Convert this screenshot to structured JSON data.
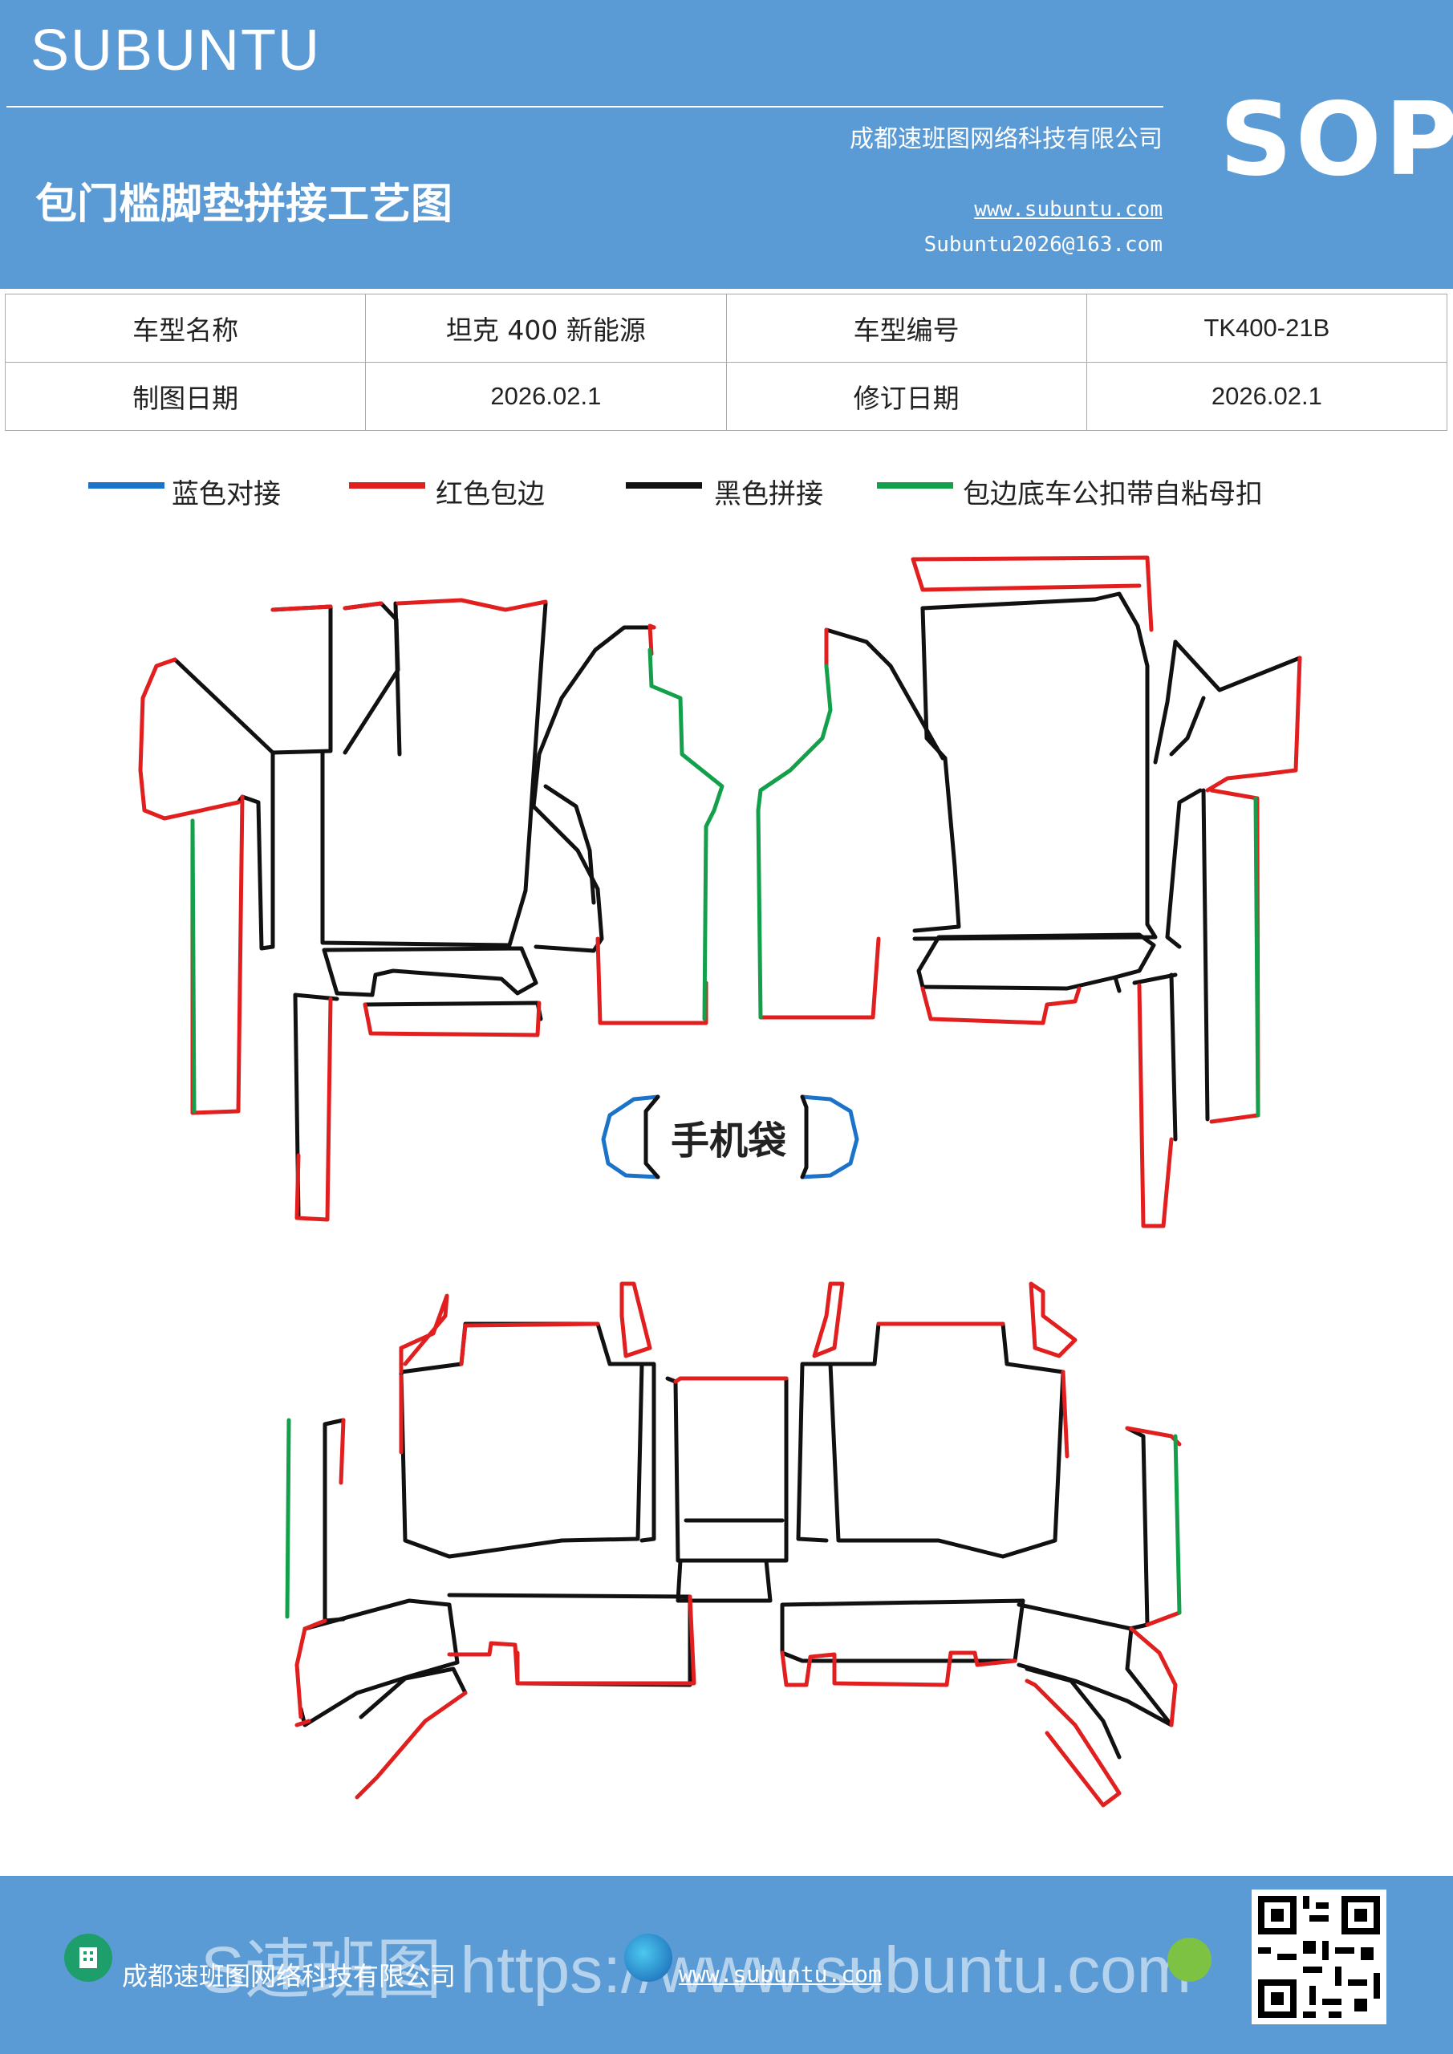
{
  "header": {
    "brand": "SUBUNTU",
    "title": "包门槛脚垫拼接工艺图",
    "company": "成都速班图网络科技有限公司",
    "website": "www.subuntu.com",
    "email": "Subuntu2026@163.com",
    "badge": "SOP",
    "color": "#5b9bd5"
  },
  "info_table": [
    [
      "车型名称",
      "坦克 400 新能源",
      "车型编号",
      "TK400-21B"
    ],
    [
      "制图日期",
      "2026.02.1",
      "修订日期",
      "2026.02.1"
    ]
  ],
  "legend": [
    {
      "label": "蓝色对接",
      "color": "#1a73c9"
    },
    {
      "label": "红色包边",
      "color": "#e21f1f"
    },
    {
      "label": "黑色拼接",
      "color": "#111111"
    },
    {
      "label": "包边底车公扣带自粘母扣",
      "color": "#13a04a"
    }
  ],
  "diagram": {
    "phone_pocket_label": "手机袋"
  },
  "footer": {
    "company": "成都速班图网络科技有限公司",
    "website": "www.subuntu.com",
    "watermark": "S速班图 https://www.subuntu.com",
    "icons": [
      "building-icon",
      "globe-icon",
      "wechat-icon",
      "qr-code"
    ]
  }
}
